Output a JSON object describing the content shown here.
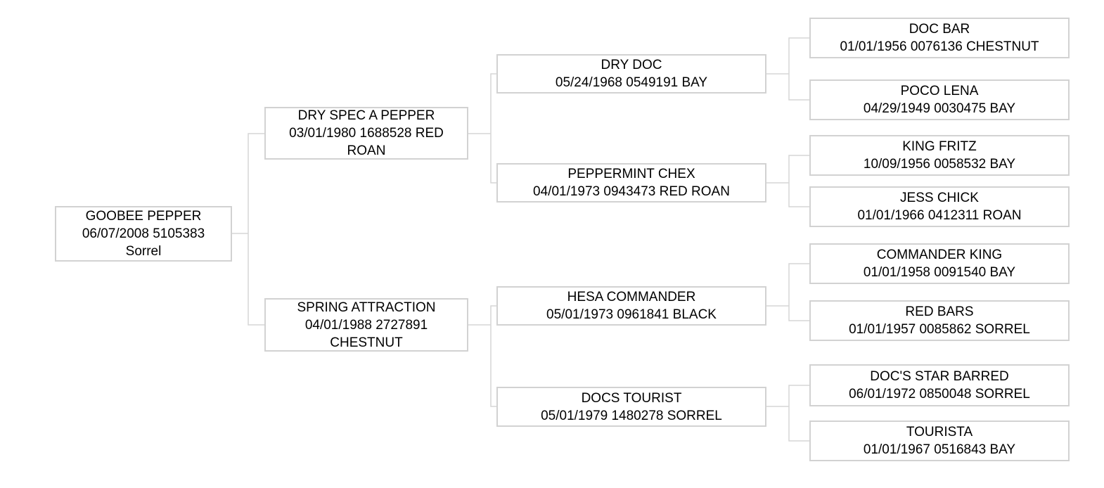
{
  "styles": {
    "background": "#ffffff",
    "box_border": "#d2d2d2",
    "line_color": "#d6d6d6",
    "text_color": "#000000"
  },
  "nodes": {
    "subject": {
      "name": "GOOBEE PEPPER",
      "date": "06/07/2008",
      "reg": "5105383",
      "color": "Sorrel"
    },
    "sire": {
      "name": "DRY SPEC A PEPPER",
      "date": "03/01/1980",
      "reg": "1688528",
      "color": "RED ROAN"
    },
    "dam": {
      "name": "SPRING ATTRACTION",
      "date": "04/01/1988",
      "reg": "2727891",
      "color": "CHESTNUT"
    },
    "sire_sire": {
      "name": "DRY DOC",
      "date": "05/24/1968",
      "reg": "0549191",
      "color": "BAY"
    },
    "sire_dam": {
      "name": "PEPPERMINT CHEX",
      "date": "04/01/1973",
      "reg": "0943473",
      "color": "RED ROAN"
    },
    "dam_sire": {
      "name": "HESA COMMANDER",
      "date": "05/01/1973",
      "reg": "0961841",
      "color": "BLACK"
    },
    "dam_dam": {
      "name": "DOCS TOURIST",
      "date": "05/01/1979",
      "reg": "1480278",
      "color": "SORREL"
    },
    "sire_sire_sire": {
      "name": "DOC BAR",
      "date": "01/01/1956",
      "reg": "0076136",
      "color": "CHESTNUT"
    },
    "sire_sire_dam": {
      "name": "POCO LENA",
      "date": "04/29/1949",
      "reg": "0030475",
      "color": "BAY"
    },
    "sire_dam_sire": {
      "name": "KING FRITZ",
      "date": "10/09/1956",
      "reg": "0058532",
      "color": "BAY"
    },
    "sire_dam_dam": {
      "name": "JESS CHICK",
      "date": "01/01/1966",
      "reg": "0412311",
      "color": "ROAN"
    },
    "dam_sire_sire": {
      "name": "COMMANDER KING",
      "date": "01/01/1958",
      "reg": "0091540",
      "color": "BAY"
    },
    "dam_sire_dam": {
      "name": "RED BARS",
      "date": "01/01/1957",
      "reg": "0085862",
      "color": "SORREL"
    },
    "dam_dam_sire": {
      "name": "DOC'S STAR BARRED",
      "date": "06/01/1972",
      "reg": "0850048",
      "color": "SORREL"
    },
    "dam_dam_dam": {
      "name": "TOURISTA",
      "date": "01/01/1967",
      "reg": "0516843",
      "color": "BAY"
    }
  }
}
